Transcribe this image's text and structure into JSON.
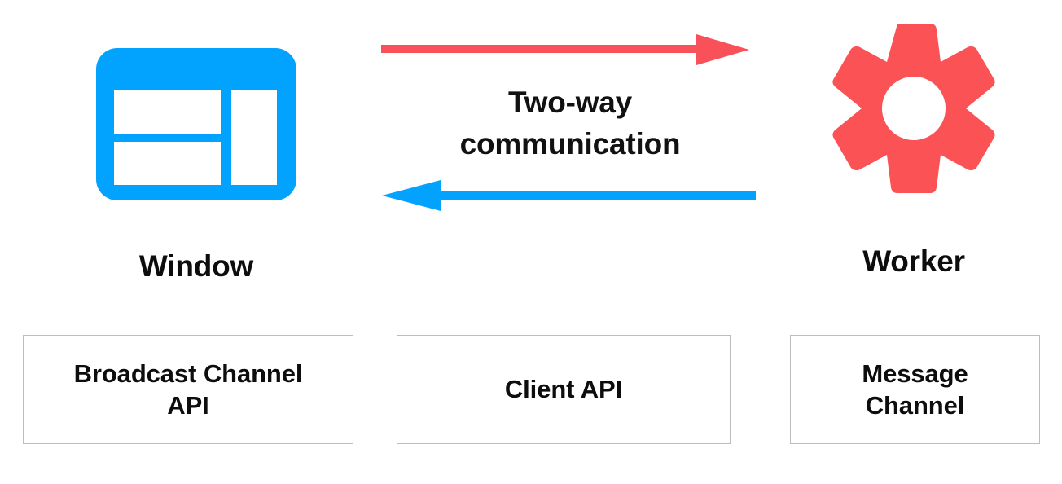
{
  "diagram": {
    "title": "Two-way communication between Window and Worker",
    "background": "#ffffff",
    "nodes": [
      {
        "id": "window",
        "caption": "Window",
        "icon": "browser-window-icon",
        "color": "#02A3FF"
      },
      {
        "id": "worker",
        "caption": "Worker",
        "icon": "gear-icon",
        "color": "#FB5255"
      }
    ],
    "connector": {
      "label_line_1": "Two-way",
      "label_line_2": "communication",
      "arrows": [
        {
          "id": "window-to-worker",
          "direction": "right",
          "color": "#F9515A"
        },
        {
          "id": "worker-to-window",
          "direction": "left",
          "color": "#04A2FF"
        }
      ]
    },
    "api_boxes": [
      {
        "id": "broadcast-channel-api",
        "label": "Broadcast Channel\nAPI"
      },
      {
        "id": "client-api",
        "label": "Client API"
      },
      {
        "id": "message-channel",
        "label": "Message\nChannel"
      }
    ],
    "colors": {
      "window_blue": "#02A3FF",
      "worker_red": "#FB5255",
      "arrow_red": "#F9515A",
      "arrow_blue": "#04A2FF",
      "box_border": "#bdbdbd",
      "text": "#0d0d0d"
    }
  }
}
